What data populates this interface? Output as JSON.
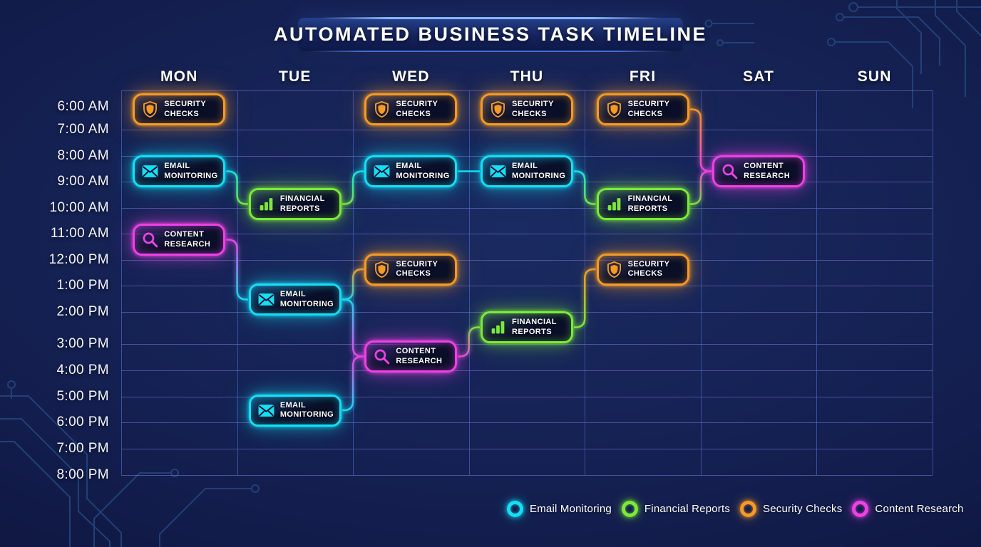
{
  "title": "AUTOMATED BUSINESS TASK TIMELINE",
  "days": [
    "MON",
    "TUE",
    "WED",
    "THU",
    "FRI",
    "SAT",
    "SUN"
  ],
  "times": [
    "6:00 AM",
    "7:00 AM",
    "8:00 AM",
    "9:00 AM",
    "10:00 AM",
    "11:00 AM",
    "12:00 PM",
    "1:00 PM",
    "2:00 PM",
    "3:00 PM",
    "4:00 PM",
    "5:00 PM",
    "6:00 PM",
    "7:00 PM",
    "8:00 PM"
  ],
  "task_types": {
    "email": {
      "name": "Email Monitoring",
      "card_label": "EMAIL\nMONITORING",
      "color": "#14dff5",
      "icon": "envelope-icon"
    },
    "financial": {
      "name": "Financial Reports",
      "card_label": "FINANCIAL\nREPORTS",
      "color": "#7cea38",
      "icon": "bar-chart-icon"
    },
    "security": {
      "name": "Security Checks",
      "card_label": "SECURITY\nCHECKS",
      "color": "#f69a24",
      "icon": "shield-icon"
    },
    "content": {
      "name": "Content Research",
      "card_label": "CONTENT\nRESEARCH",
      "color": "#ee41e4",
      "icon": "magnifier-icon"
    }
  },
  "legend_order": [
    "email",
    "financial",
    "security",
    "content"
  ],
  "cards": [
    {
      "id": "mon-security-6am",
      "day": "MON",
      "time": "6:00 AM",
      "type": "security"
    },
    {
      "id": "wed-security-6am",
      "day": "WED",
      "time": "6:00 AM",
      "type": "security"
    },
    {
      "id": "thu-security-6am",
      "day": "THU",
      "time": "6:00 AM",
      "type": "security"
    },
    {
      "id": "fri-security-6am",
      "day": "FRI",
      "time": "6:00 AM",
      "type": "security"
    },
    {
      "id": "mon-email-8am",
      "day": "MON",
      "time": "8:00 AM",
      "type": "email"
    },
    {
      "id": "wed-email-8am",
      "day": "WED",
      "time": "8:00 AM",
      "type": "email"
    },
    {
      "id": "thu-email-8am",
      "day": "THU",
      "time": "8:00 AM",
      "type": "email"
    },
    {
      "id": "sat-content-8am",
      "day": "SAT",
      "time": "8:00 AM",
      "type": "content"
    },
    {
      "id": "tue-financial-9am",
      "day": "TUE",
      "time": "9:00 AM",
      "type": "financial"
    },
    {
      "id": "fri-financial-9am",
      "day": "FRI",
      "time": "9:00 AM",
      "type": "financial"
    },
    {
      "id": "mon-content-11am",
      "day": "MON",
      "time": "11:00 AM",
      "type": "content"
    },
    {
      "id": "wed-security-12pm",
      "day": "WED",
      "time": "12:00 PM",
      "type": "security"
    },
    {
      "id": "fri-security-12pm",
      "day": "FRI",
      "time": "12:00 PM",
      "type": "security"
    },
    {
      "id": "tue-email-1pm",
      "day": "TUE",
      "time": "1:00 PM",
      "type": "email"
    },
    {
      "id": "thu-financial-2pm",
      "day": "THU",
      "time": "2:00 PM",
      "type": "financial"
    },
    {
      "id": "wed-content-3pm",
      "day": "WED",
      "time": "3:00 PM",
      "type": "content"
    },
    {
      "id": "tue-email-5pm",
      "day": "TUE",
      "time": "5:00 PM",
      "type": "email"
    }
  ],
  "connectors": [
    {
      "from": "mon-email-8am",
      "to": "tue-financial-9am"
    },
    {
      "from": "tue-financial-9am",
      "to": "wed-email-8am"
    },
    {
      "from": "wed-email-8am",
      "to": "thu-email-8am"
    },
    {
      "from": "thu-email-8am",
      "to": "fri-financial-9am"
    },
    {
      "from": "fri-financial-9am",
      "to": "sat-content-8am"
    },
    {
      "from": "fri-security-6am",
      "to": "sat-content-8am"
    },
    {
      "from": "mon-content-11am",
      "to": "tue-email-1pm"
    },
    {
      "from": "tue-email-1pm",
      "to": "wed-security-12pm"
    },
    {
      "from": "tue-email-1pm",
      "to": "wed-content-3pm"
    },
    {
      "from": "tue-email-5pm",
      "to": "wed-content-3pm"
    },
    {
      "from": "wed-content-3pm",
      "to": "thu-financial-2pm"
    },
    {
      "from": "thu-financial-2pm",
      "to": "fri-security-12pm"
    }
  ],
  "colors": {
    "background": "#0d1438",
    "grid_line": "#7d76db",
    "circuit_line": "#24477f",
    "text": "#ffffff"
  }
}
